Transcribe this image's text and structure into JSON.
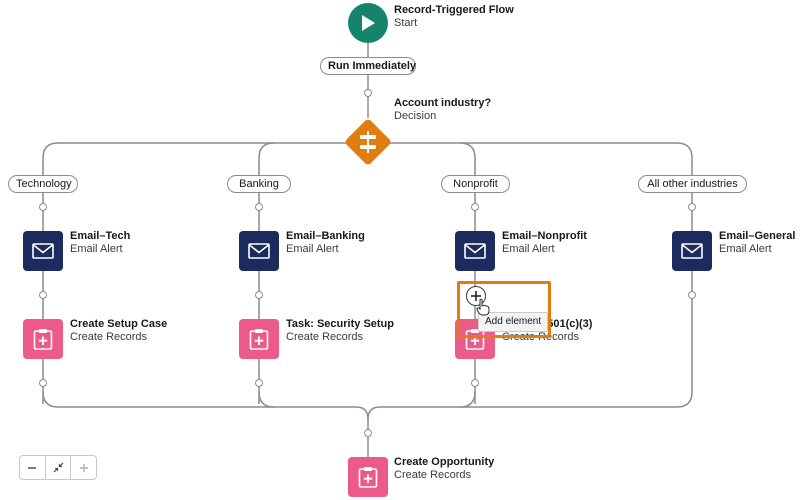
{
  "start": {
    "title": "Record-Triggered Flow",
    "subtitle": "Start",
    "icon": "play-icon",
    "color": "#15846b"
  },
  "run_label": "Run Immediately",
  "decision": {
    "title": "Account industry?",
    "subtitle": "Decision",
    "icon": "decision-icon",
    "color": "#e07d10"
  },
  "branches": [
    {
      "label": "Technology",
      "alert": {
        "title": "Email–Tech",
        "subtitle": "Email Alert",
        "icon": "envelope-icon"
      },
      "record": {
        "title": "Create Setup Case",
        "subtitle": "Create Records",
        "icon": "clipboard-add-icon"
      }
    },
    {
      "label": "Banking",
      "alert": {
        "title": "Email–Banking",
        "subtitle": "Email Alert",
        "icon": "envelope-icon"
      },
      "record": {
        "title": "Task: Security Setup",
        "subtitle": "Create Records",
        "icon": "clipboard-add-icon"
      }
    },
    {
      "label": "Nonprofit",
      "alert": {
        "title": "Email–Nonprofit",
        "subtitle": "Email Alert",
        "icon": "envelope-icon"
      },
      "record": {
        "title": "Confirm 501(c)(3)",
        "subtitle": "Create Records",
        "icon": "clipboard-add-icon"
      }
    },
    {
      "label": "All other industries",
      "alert": {
        "title": "Email–General",
        "subtitle": "Email Alert",
        "icon": "envelope-icon"
      }
    }
  ],
  "final": {
    "title": "Create Opportunity",
    "subtitle": "Create Records",
    "icon": "clipboard-add-icon"
  },
  "add_element": {
    "tooltip": "Add element",
    "icon": "plus-circle-icon",
    "highlight_color": "#e07d10"
  },
  "zoom_controls": {
    "zoom_out_icon": "minus-icon",
    "fit_icon": "collapse-arrows-icon",
    "zoom_in_icon": "plus-icon"
  },
  "colors": {
    "email": "#1b2b5e",
    "record": "#ec5a8a",
    "connector": "#8c8c8c"
  }
}
